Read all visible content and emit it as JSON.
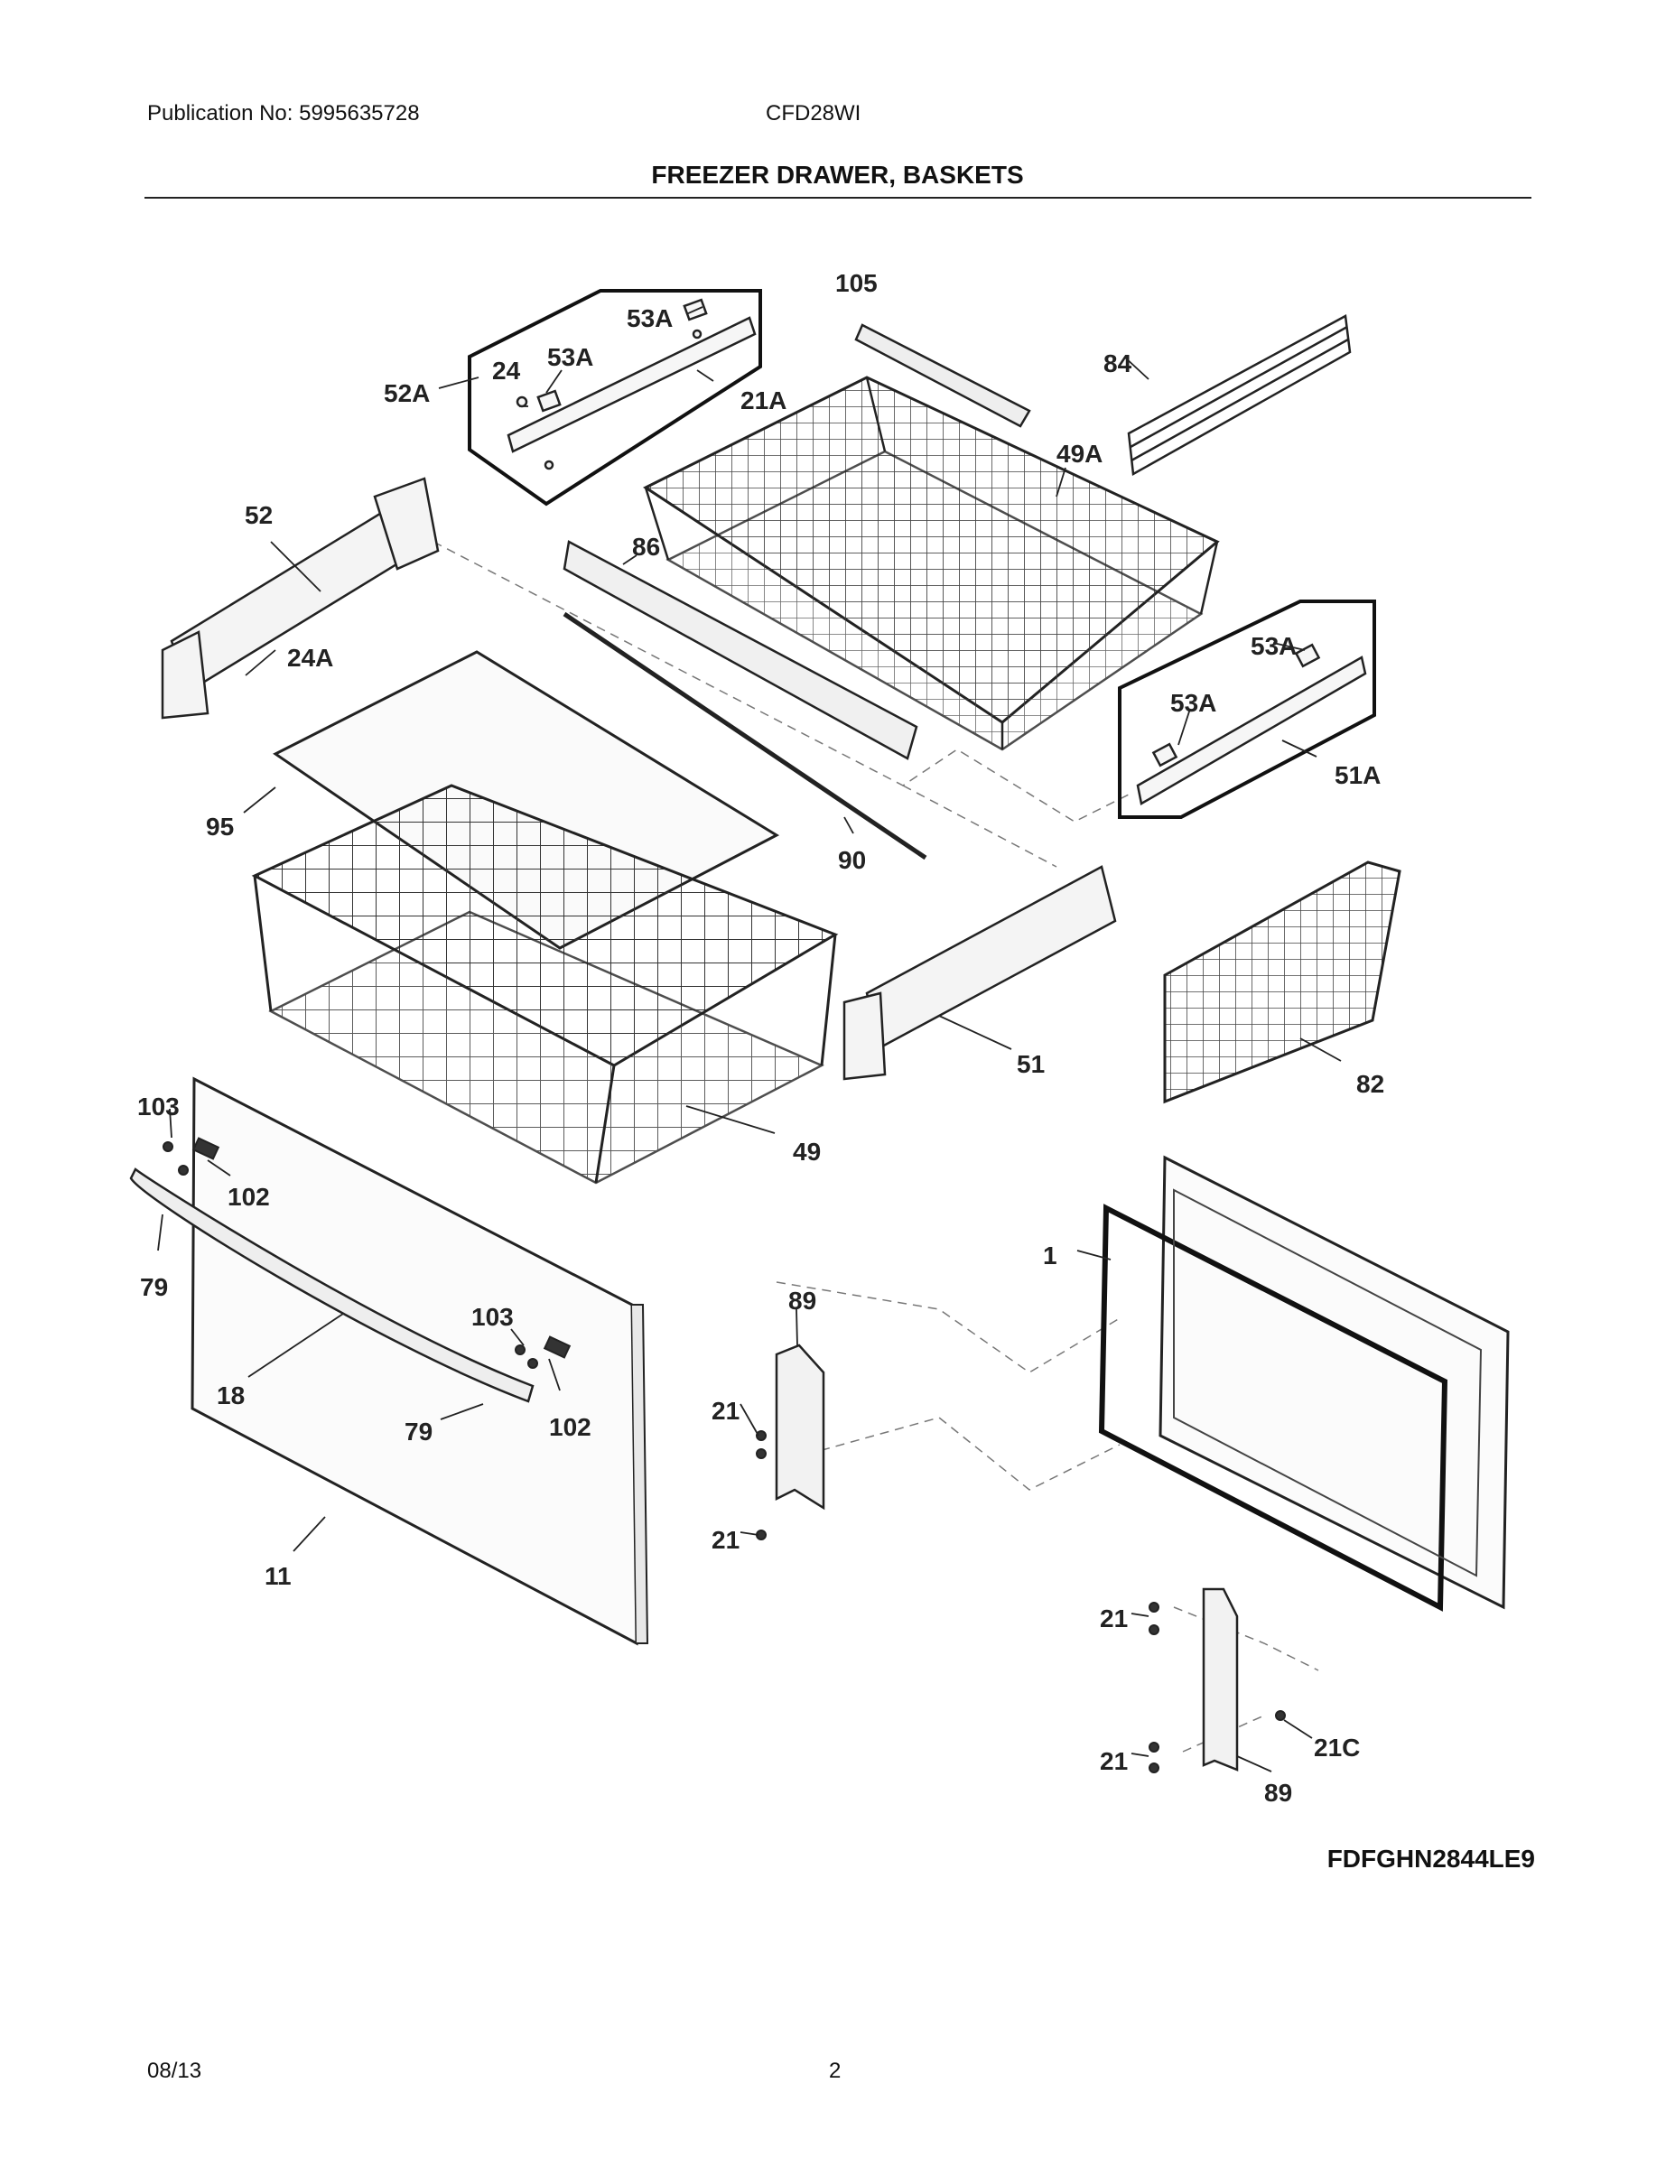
{
  "header": {
    "publication": "Publication No: 5995635728",
    "model": "CFD28WI",
    "title": "FREEZER DRAWER, BASKETS"
  },
  "diagram": {
    "code": "FDFGHN2844LE9",
    "labels": {
      "l105": "105",
      "l53a_top": "53A",
      "l53a_mid": "53A",
      "l24": "24",
      "l52a": "52A",
      "l21a": "21A",
      "l84": "84",
      "l49a": "49A",
      "l52": "52",
      "l86": "86",
      "l24a": "24A",
      "l53a_r1": "53A",
      "l53a_r2": "53A",
      "l51a": "51A",
      "l95": "95",
      "l90": "90",
      "l51": "51",
      "l82": "82",
      "l103_a": "103",
      "l102_a": "102",
      "l49": "49",
      "l79_a": "79",
      "l1": "1",
      "l89_a": "89",
      "l103_b": "103",
      "l18": "18",
      "l21_a": "21",
      "l79_b": "79",
      "l102_b": "102",
      "l21_b": "21",
      "l11": "11",
      "l21_c": "21",
      "l21c": "21C",
      "l21_d": "21",
      "l89_b": "89"
    }
  },
  "footer": {
    "date": "08/13",
    "page": "2"
  }
}
